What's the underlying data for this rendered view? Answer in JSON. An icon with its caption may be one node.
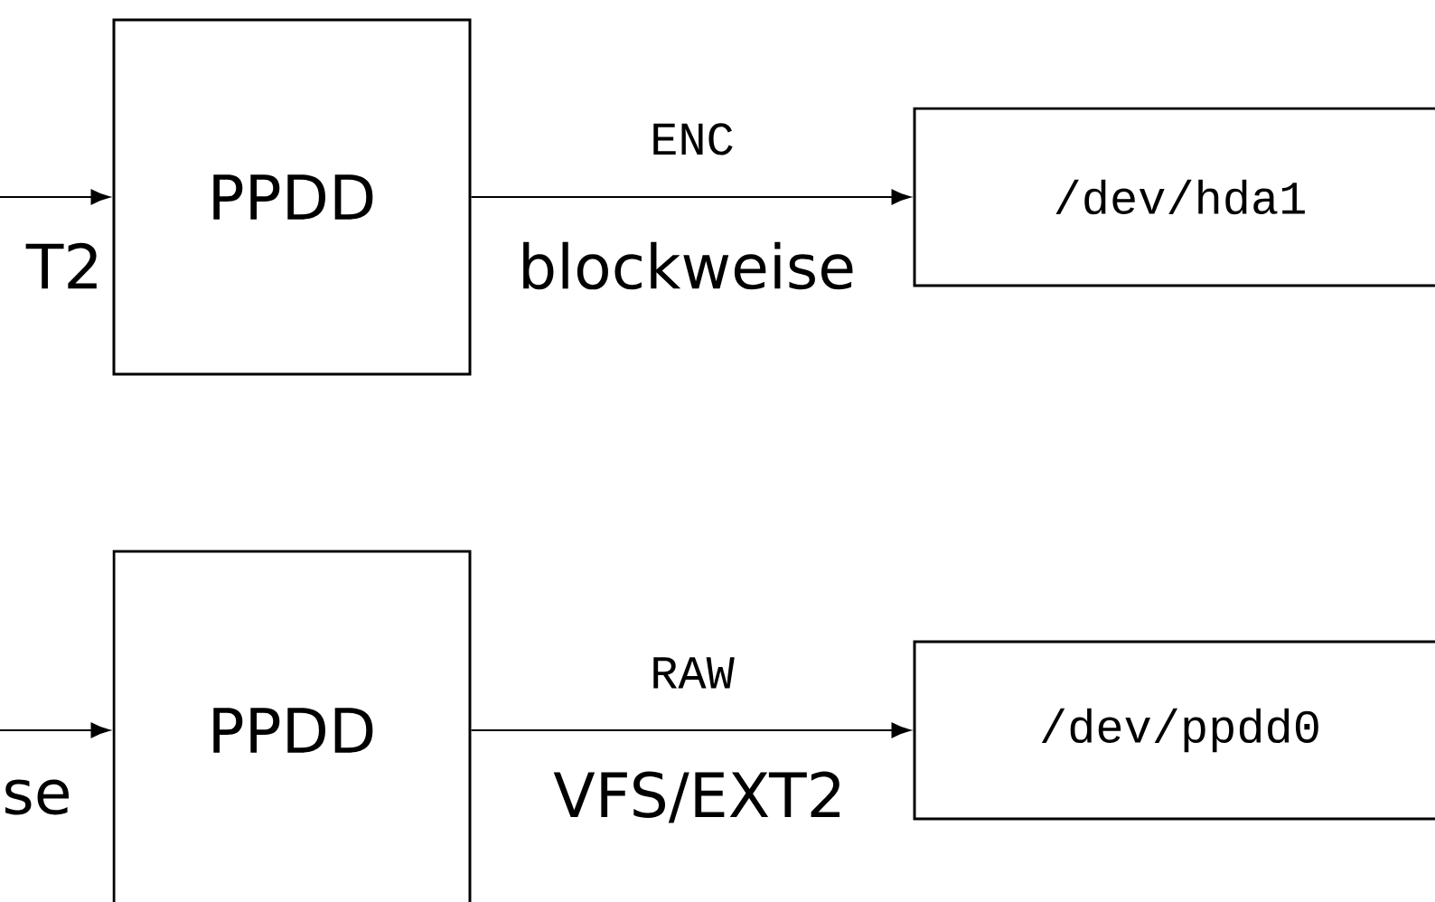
{
  "diagram": {
    "nodes": [
      {
        "text": [
          "PPDD"
        ]
      },
      {
        "text": [
          "/dev/hda1"
        ]
      },
      {
        "text": [
          "PPDD"
        ]
      },
      {
        "text": [
          "/dev/ppdd0"
        ]
      }
    ],
    "edges": [
      {
        "from": null,
        "to": 0,
        "arrow": "to"
      },
      {
        "from": 0,
        "to": 1,
        "arrow": "to",
        "label": "ENC"
      },
      {
        "from": null,
        "to": 2,
        "arrow": "to"
      },
      {
        "from": 2,
        "to": 3,
        "arrow": "to",
        "label": "RAW"
      }
    ],
    "labels": [
      "T2",
      "blockweise",
      "se",
      "VFS/EXT2"
    ]
  }
}
